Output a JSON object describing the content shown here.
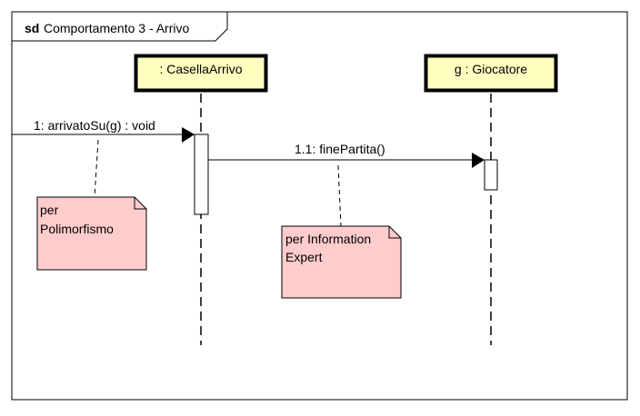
{
  "frame": {
    "keyword": "sd",
    "title": "Comportamento 3 - Arrivo"
  },
  "lifelines": [
    {
      "id": "casella",
      "label": ": CasellaArrivo"
    },
    {
      "id": "giocatore",
      "label": "g : Giocatore"
    }
  ],
  "messages": [
    {
      "id": "m1",
      "label": "1: arrivatoSu(g) : void",
      "from": "outside",
      "to": "casella"
    },
    {
      "id": "m2",
      "label": "1.1: finePartita()",
      "from": "casella",
      "to": "giocatore"
    }
  ],
  "notes": [
    {
      "id": "note-polimorfismo",
      "lines": [
        "per",
        "Polimorfismo"
      ]
    },
    {
      "id": "note-information-expert",
      "lines": [
        "per Information",
        "Expert"
      ]
    }
  ],
  "colors": {
    "lifeline_head_fill": "#FFFFC0",
    "note_fill": "#FFCCCC",
    "stroke": "#000000"
  }
}
